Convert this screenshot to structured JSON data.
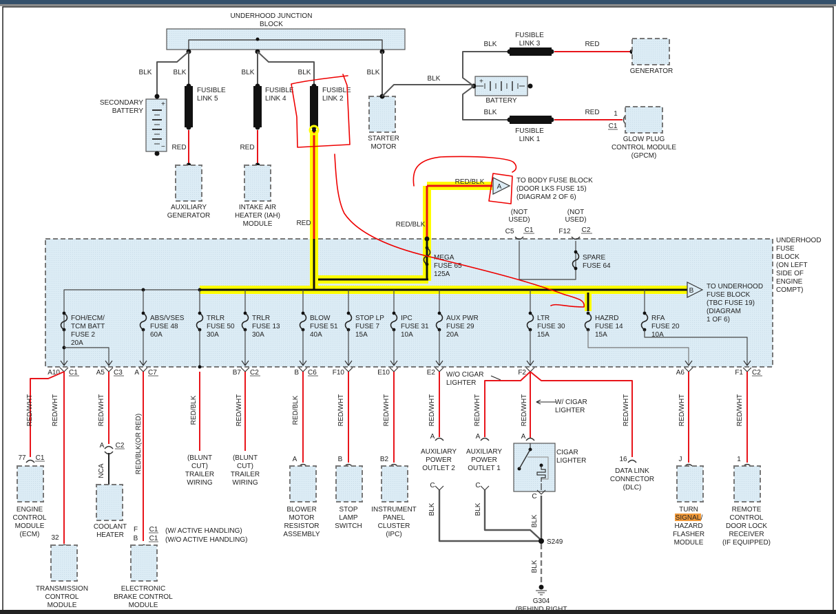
{
  "colors": {
    "wire_blk": "#555555",
    "wire_red": "#e8141a",
    "highlight": "#ffff00",
    "component_fill": "#dcecf5",
    "annotation_red": "#ee0000",
    "search_highlight": "#f29a3a"
  },
  "top": {
    "junction_block": [
      "UNDERHOOD JUNCTION",
      "BLOCK"
    ],
    "secondary_battery": [
      "SECONDARY",
      "BATTERY"
    ],
    "fusible_link_5": [
      "FUSIBLE",
      "LINK 5"
    ],
    "fusible_link_4": [
      "FUSIBLE",
      "LINK 4"
    ],
    "fusible_link_2": [
      "FUSIBLE",
      "LINK 2"
    ],
    "fusible_link_3": [
      "FUSIBLE",
      "LINK 3"
    ],
    "fusible_link_1": [
      "FUSIBLE",
      "LINK 1"
    ],
    "starter_motor": [
      "STARTER",
      "MOTOR"
    ],
    "battery": "BATTERY",
    "generator": "GENERATOR",
    "gpcm": [
      "GLOW PLUG",
      "CONTROL MODULE",
      "(GPCM)"
    ],
    "gpcm_pin": "1",
    "gpcm_conn": "C1",
    "aux_generator": [
      "AUXILIARY",
      "GENERATOR"
    ],
    "iah": [
      "INTAKE AIR",
      "HEATER (IAH)",
      "MODULE"
    ],
    "body_fuse_ref": [
      "TO BODY FUSE BLOCK",
      "(DOOR LKS FUSE 15)",
      "(DIAGRAM 2 OF 6)"
    ],
    "body_fuse_letter": "A",
    "not_used_1": [
      "(NOT",
      "USED)"
    ],
    "not_used_2": [
      "(NOT",
      "USED)"
    ]
  },
  "wire_labels": {
    "blk": "BLK",
    "red": "RED",
    "red_blk": "RED/BLK",
    "red_wht": "RED/WHT",
    "red_blk_or_red": "RED/BLK(OR RED)",
    "nca": "NCA"
  },
  "fuse_block": {
    "title": [
      "UNDERHOOD",
      "FUSE",
      "BLOCK",
      "(ON LEFT",
      "SIDE OF",
      "ENGINE",
      "COMPT)"
    ],
    "to_underhood": [
      "TO UNDERHOOD",
      "FUSE BLOCK",
      "(TBC FUSE 19)",
      "(DIAGRAM",
      "1 OF 6)"
    ],
    "to_underhood_letter": "B",
    "mega": [
      "MEGA",
      "FUSE 65",
      "125A"
    ],
    "spare": [
      "SPARE",
      "FUSE 64"
    ],
    "c5": "C5",
    "c5_conn": "C1",
    "f12": "F12",
    "f12_conn": "C2",
    "fuses": [
      {
        "lines": [
          "FOH/ECM/",
          "TCM BATT",
          "FUSE 2",
          "20A"
        ]
      },
      {
        "lines": [
          "ABS/VSES",
          "FUSE 48",
          "60A"
        ]
      },
      {
        "lines": [
          "TRLR",
          "FUSE 50",
          "30A"
        ]
      },
      {
        "lines": [
          "TRLR",
          "FUSE 13",
          "30A"
        ]
      },
      {
        "lines": [
          "BLOW",
          "FUSE 51",
          "40A"
        ]
      },
      {
        "lines": [
          "STOP LP",
          "FUSE 7",
          "15A"
        ]
      },
      {
        "lines": [
          "IPC",
          "FUSE 31",
          "10A"
        ]
      },
      {
        "lines": [
          "AUX PWR",
          "FUSE 29",
          "20A"
        ]
      },
      {
        "lines": [
          "LTR",
          "FUSE 30",
          "15A"
        ]
      },
      {
        "lines": [
          "HAZRD",
          "FUSE 14",
          "15A"
        ]
      },
      {
        "lines": [
          "RFA",
          "FUSE 20",
          "10A"
        ]
      }
    ]
  },
  "connectors": [
    {
      "pin": "A10",
      "conn": "C1"
    },
    {
      "pin": "A5",
      "conn": "C3"
    },
    {
      "pin": "A",
      "conn": "C7"
    },
    {
      "pin": "B7",
      "conn": "C2"
    },
    {
      "pin": "B",
      "conn": "C6"
    },
    {
      "pin": "F10",
      "conn": ""
    },
    {
      "pin": "E10",
      "conn": ""
    },
    {
      "pin": "E2",
      "conn": ""
    },
    {
      "pin": "F2",
      "conn": ""
    },
    {
      "pin": "A6",
      "conn": ""
    },
    {
      "pin": "F1",
      "conn": "C2"
    }
  ],
  "components": {
    "ecm": {
      "pin": "77",
      "conn": "C1",
      "lines": [
        "ENGINE",
        "CONTROL",
        "MODULE",
        "(ECM)"
      ]
    },
    "tcm": {
      "pin": "32",
      "lines": [
        "TRANSMISSION",
        "CONTROL",
        "MODULE"
      ]
    },
    "coolant": {
      "pin": "A",
      "conn": "C2",
      "lines": [
        "COOLANT",
        "HEATER"
      ]
    },
    "ebcm": {
      "pin_f": "F",
      "pin_b": "B",
      "conn": "C1",
      "note_w": "(W/ ACTIVE HANDLING)",
      "note_wo": "(W/O ACTIVE HANDLING)",
      "lines": [
        "ELECTRONIC",
        "BRAKE CONTROL",
        "MODULE"
      ]
    },
    "trailer1": [
      "(BLUNT",
      "CUT)",
      "TRAILER",
      "WIRING"
    ],
    "trailer2": [
      "(BLUNT",
      "CUT)",
      "TRAILER",
      "WIRING"
    ],
    "blower": {
      "pin": "A",
      "lines": [
        "BLOWER",
        "MOTOR",
        "RESISTOR",
        "ASSEMBLY"
      ]
    },
    "stop_lamp": {
      "pin": "B",
      "lines": [
        "STOP",
        "LAMP",
        "SWITCH"
      ]
    },
    "ipc": {
      "pin": "B2",
      "lines": [
        "INSTRUMENT",
        "PANEL",
        "CLUSTER",
        "(IPC)"
      ]
    },
    "apo2": {
      "pin": "A",
      "pin_c": "C",
      "lines": [
        "AUXILIARY",
        "POWER",
        "OUTLET 2"
      ]
    },
    "apo1": {
      "pin": "A",
      "pin_c": "C",
      "lines": [
        "AUXILIARY",
        "POWER",
        "OUTLET 1"
      ]
    },
    "cigar": {
      "pin": "A",
      "pin_c": "C",
      "lines": [
        "CIGAR",
        "LIGHTER"
      ]
    },
    "wo_cigar": [
      "W/O CIGAR",
      "LIGHTER"
    ],
    "w_cigar": [
      "W/ CIGAR",
      "LIGHTER"
    ],
    "dlc": {
      "pin": "16",
      "lines": [
        "DATA LINK",
        "CONNECTOR",
        "(DLC)"
      ]
    },
    "turn": {
      "pin": "J",
      "line1": "TURN",
      "highlight": "SIGNAL",
      "slash": "/",
      "lines": [
        "HAZARD",
        "FLASHER",
        "MODULE"
      ]
    },
    "rcdlr": {
      "pin": "1",
      "lines": [
        "REMOTE",
        "CONTROL",
        "DOOR LOCK",
        "RECEIVER",
        "(IF EQUIPPED)"
      ]
    },
    "splice": "S249",
    "ground": [
      "G304",
      "(BEHIND RIGHT"
    ]
  }
}
